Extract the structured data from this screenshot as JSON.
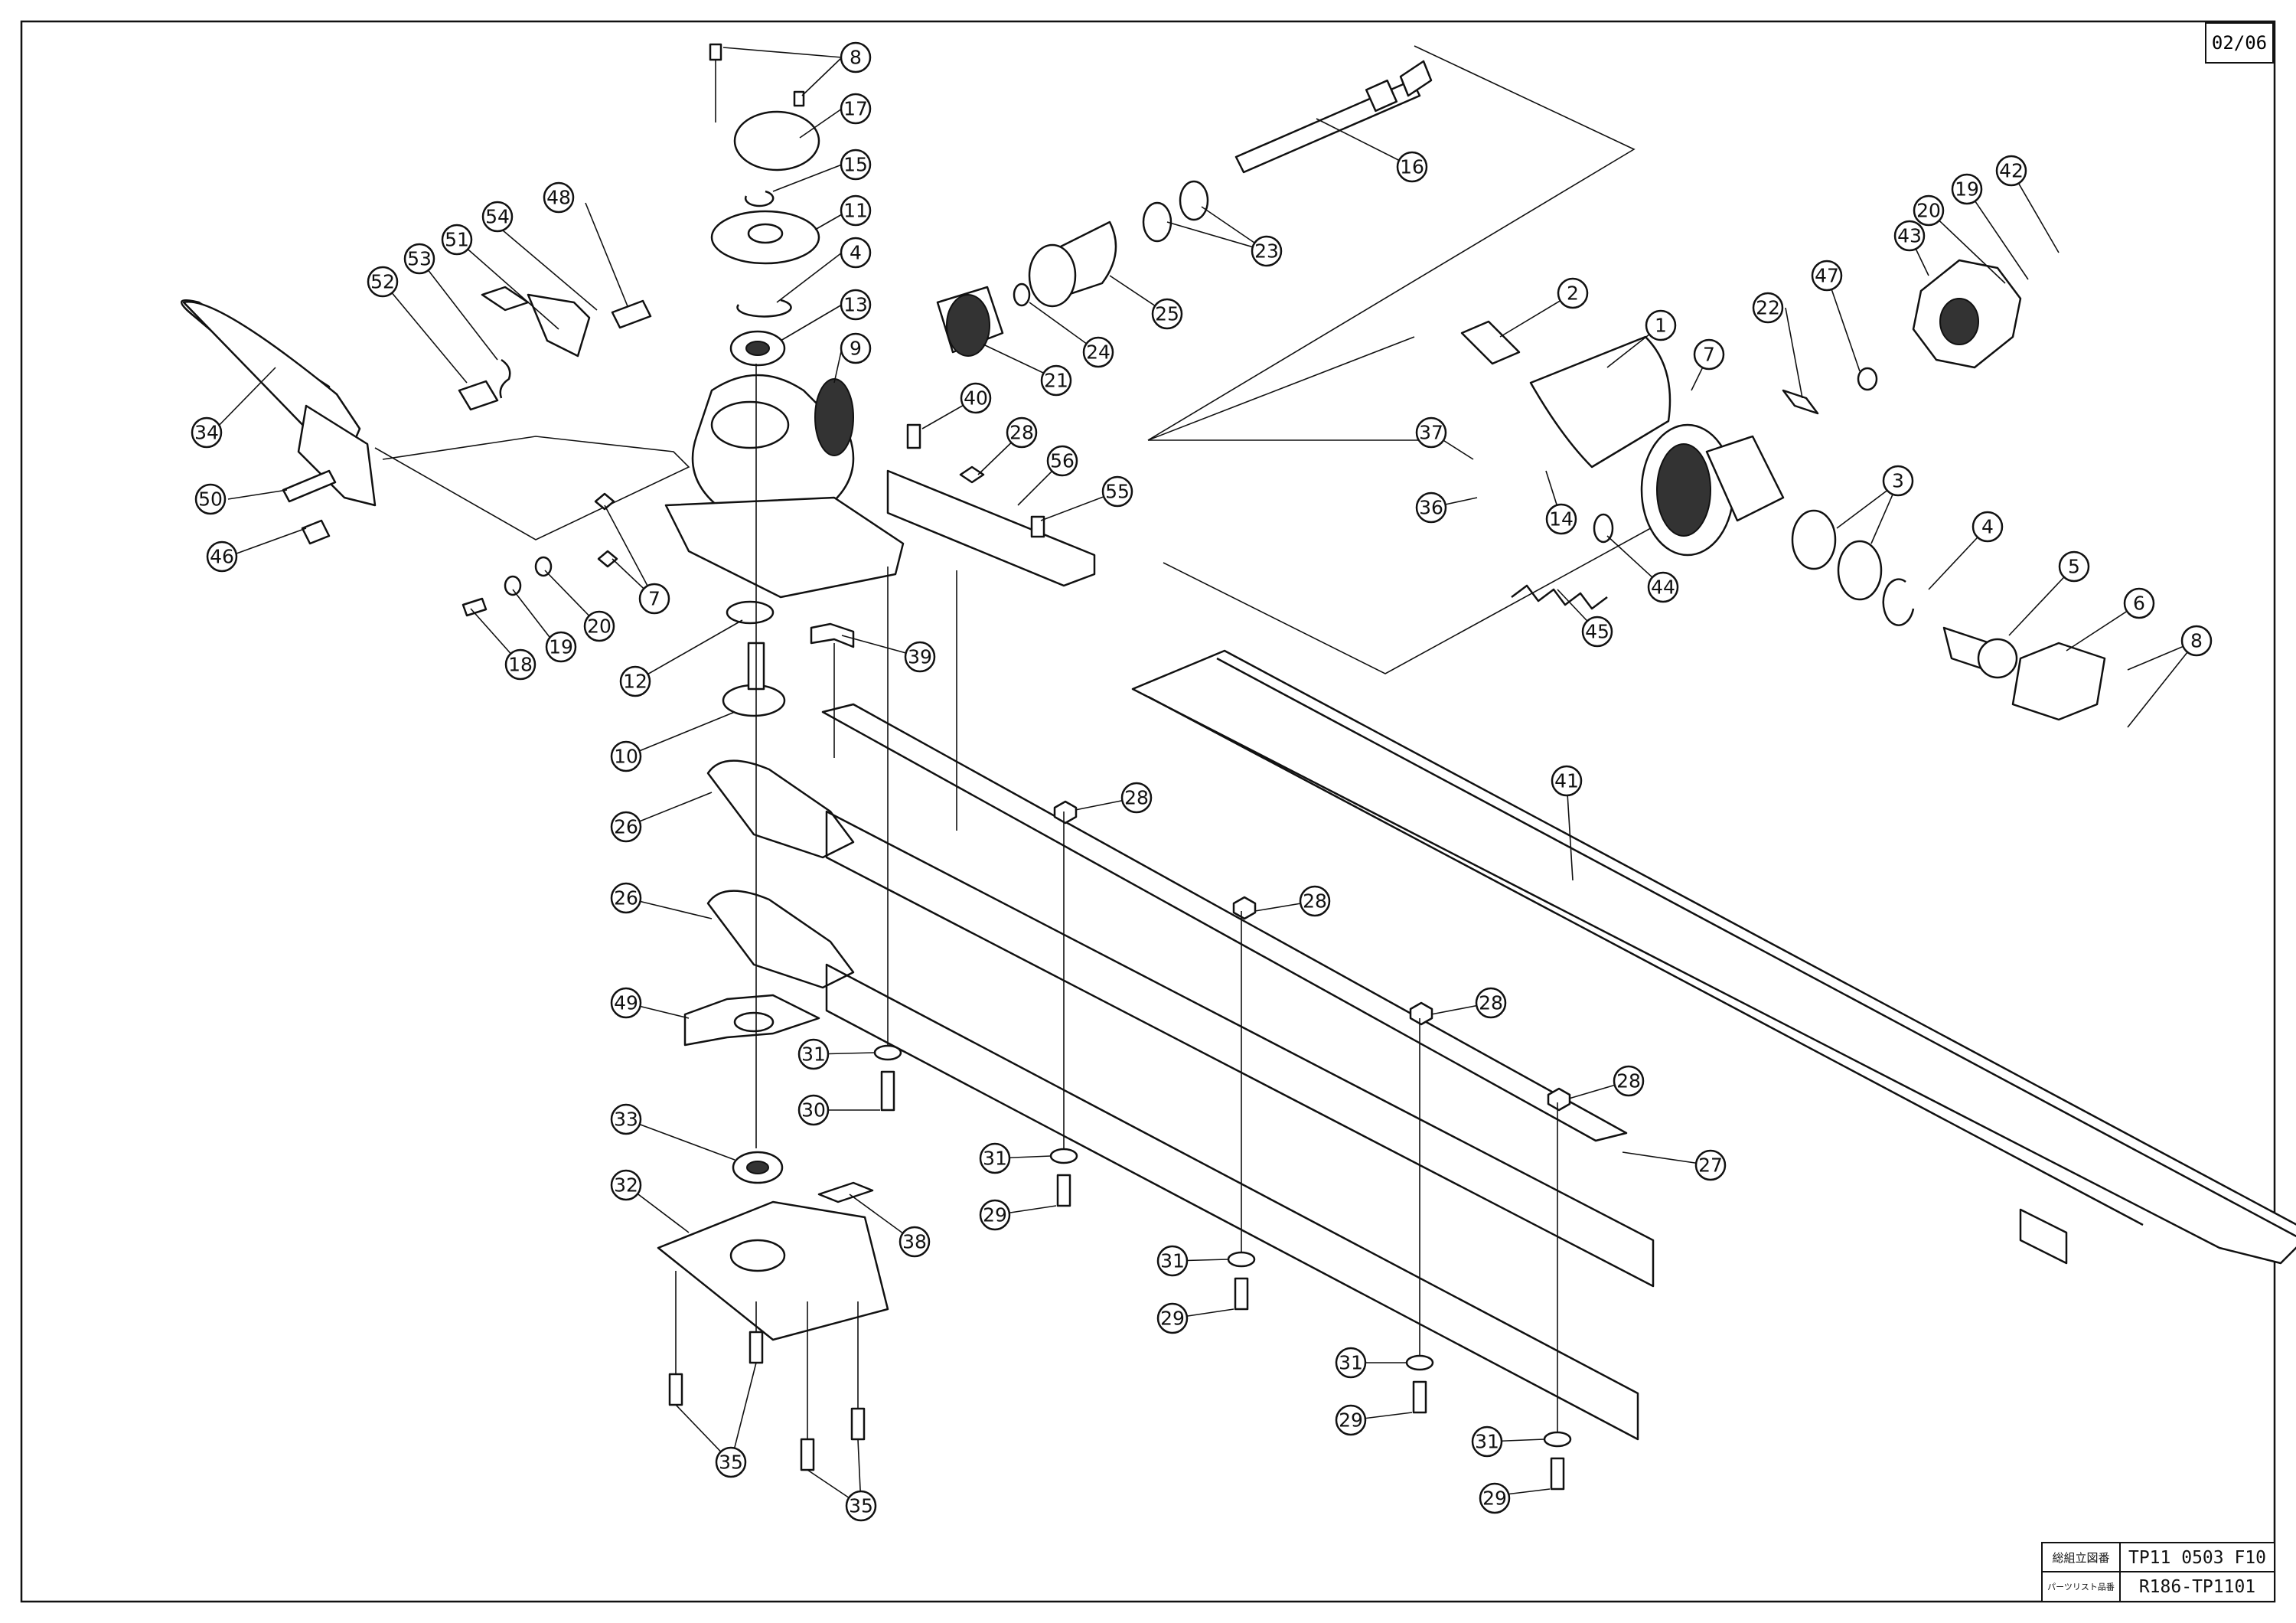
{
  "sheet": {
    "page_number": "02/06",
    "title_block": {
      "label_assembly": "総組立図番",
      "value_assembly": "TP11 0503 F10",
      "label_parts_list": "パーツリスト品番",
      "value_parts_list": "R186-TP1101"
    }
  },
  "callouts": {
    "c8a": "8",
    "c17": "17",
    "c15": "15",
    "c11": "11",
    "c4a": "4",
    "c13": "13",
    "c9": "9",
    "c16": "16",
    "c23": "23",
    "c25": "25",
    "c24": "24",
    "c21": "21",
    "c48": "48",
    "c54": "54",
    "c51": "51",
    "c53": "53",
    "c52": "52",
    "c34": "34",
    "c50": "50",
    "c46": "46",
    "c40": "40",
    "c28a": "28",
    "c56": "56",
    "c55": "55",
    "c7a": "7",
    "c18": "18",
    "c19a": "19",
    "c20a": "20",
    "c12": "12",
    "c39": "39",
    "c10": "10",
    "c2": "2",
    "c1": "1",
    "c7b": "7",
    "c22": "22",
    "c47": "47",
    "c43": "43",
    "c20b": "20",
    "c19b": "19",
    "c42": "42",
    "c37": "37",
    "c36": "36",
    "c14": "14",
    "c3": "3",
    "c44": "44",
    "c45": "45",
    "c4b": "4",
    "c5": "5",
    "c6": "6",
    "c8b": "8",
    "c41": "41",
    "c26a": "26",
    "c26b": "26",
    "c28b": "28",
    "c28c": "28",
    "c49": "49",
    "c31a": "31",
    "c30": "30",
    "c28d": "28",
    "c28e": "28",
    "c27": "27",
    "c31b": "31",
    "c29a": "29",
    "c33": "33",
    "c32": "32",
    "c38": "38",
    "c31c": "31",
    "c29b": "29",
    "c31d": "31",
    "c29c": "29",
    "c31e": "31",
    "c29d": "29",
    "c35a": "35",
    "c35b": "35"
  }
}
